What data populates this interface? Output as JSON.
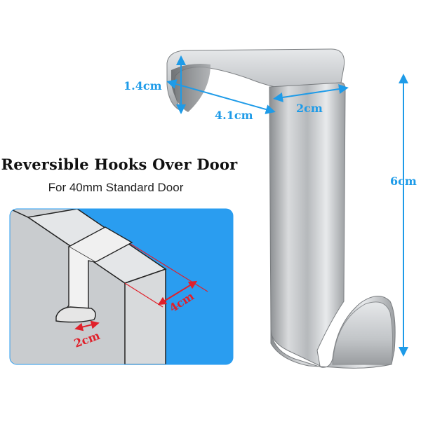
{
  "heading": {
    "title": "Reversible Hooks Over Door",
    "subtitle": "For 40mm Standard Door"
  },
  "dimensions": {
    "lip_height": "1.4cm",
    "lip_depth": "4.1cm",
    "width": "2cm",
    "height": "6cm"
  },
  "illustration": {
    "door_thickness": "4cm",
    "hook_depth": "2cm"
  },
  "colors": {
    "dimension_blue": "#1e9be8",
    "dimension_red": "#e0202a",
    "panel_blue": "#2a9df0"
  }
}
